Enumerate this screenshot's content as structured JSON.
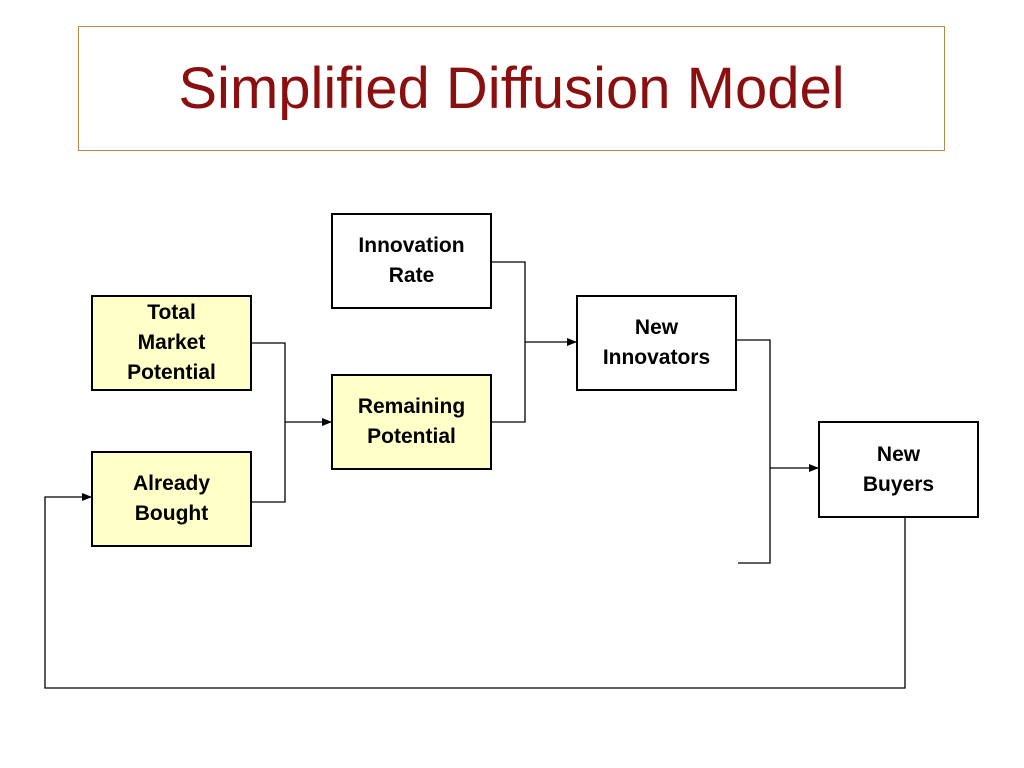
{
  "slide": {
    "title": "Simplified Diffusion Model"
  },
  "diagram": {
    "nodes": {
      "total_market_potential": [
        "Total",
        "Market",
        "Potential"
      ],
      "already_bought": [
        "Already",
        "Bought"
      ],
      "innovation_rate": [
        "Innovation",
        "Rate"
      ],
      "remaining_potential": [
        "Remaining",
        "Potential"
      ],
      "new_innovators": [
        "New",
        "Innovators"
      ],
      "new_buyers": [
        "New",
        "Buyers"
      ]
    },
    "colors": {
      "title": "#8b0f0f",
      "title_border": "#b5894a",
      "input_fill": "#ffffc8",
      "plain_fill": "#ffffff",
      "line": "#000000"
    }
  }
}
